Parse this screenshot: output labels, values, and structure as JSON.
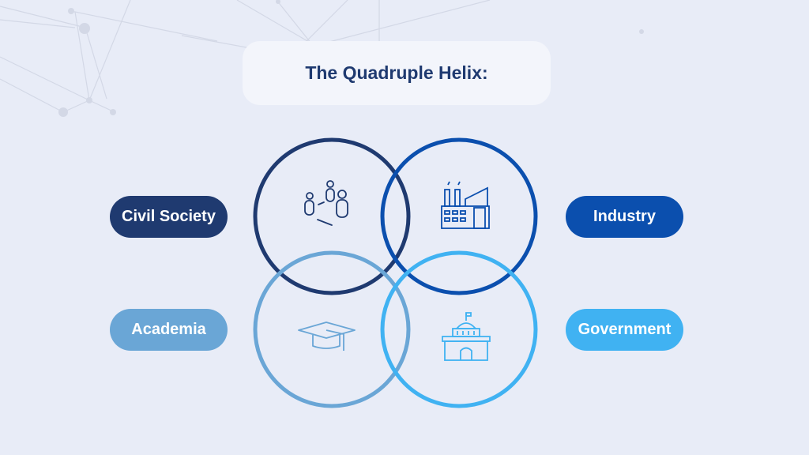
{
  "title": "The Quadruple Helix:",
  "colors": {
    "background": "#e8ecf7",
    "civil_society": "#1f3a70",
    "industry": "#0b4fae",
    "academia": "#6aa6d6",
    "government": "#40b2f2"
  },
  "helices": [
    {
      "label": "Civil Society",
      "icon": "people-network-icon"
    },
    {
      "label": "Industry",
      "icon": "factory-icon"
    },
    {
      "label": "Academia",
      "icon": "graduation-cap-icon"
    },
    {
      "label": "Government",
      "icon": "government-building-icon"
    }
  ]
}
